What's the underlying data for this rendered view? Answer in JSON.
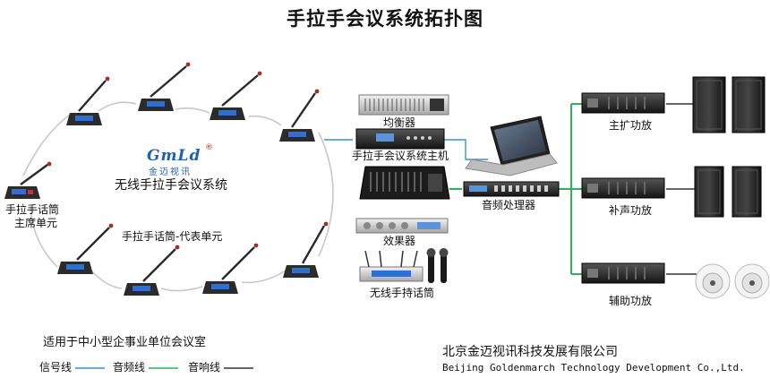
{
  "title": "手拉手会议系统拓扑图",
  "brand": {
    "logo_text": "GmLd",
    "logo_cn": "金迈视讯",
    "registered": "®"
  },
  "system_label": "无线手拉手会议系统",
  "units": {
    "chairman": [
      "手拉手话筒",
      "主席单元"
    ],
    "delegate": "手拉手话筒-代表单元"
  },
  "devices": {
    "equalizer": "均衡器",
    "host": "手拉手会议系统主机",
    "effects": "效果器",
    "wireless_mic": "无线手持话筒",
    "processor": "音频处理器"
  },
  "amps": {
    "main": "主扩功放",
    "fill": "补声功放",
    "aux": "辅助功放"
  },
  "footer": {
    "scope": "适用于中小型企事业单位会议室",
    "company": "北京金迈视讯科技发展有限公司",
    "company_en": "Beijing Goldenmarch Technology Development Co.,Ltd."
  },
  "legend": [
    {
      "label": "信号线",
      "color": "#3a8fd6"
    },
    {
      "label": "音频线",
      "color": "#2fb35a"
    },
    {
      "label": "音响线",
      "color": "#333333"
    }
  ],
  "colors": {
    "signal": "#3a8fd6",
    "audio": "#2fb35a",
    "speaker": "#333333",
    "daisy_chain": "#c8c8c8"
  }
}
